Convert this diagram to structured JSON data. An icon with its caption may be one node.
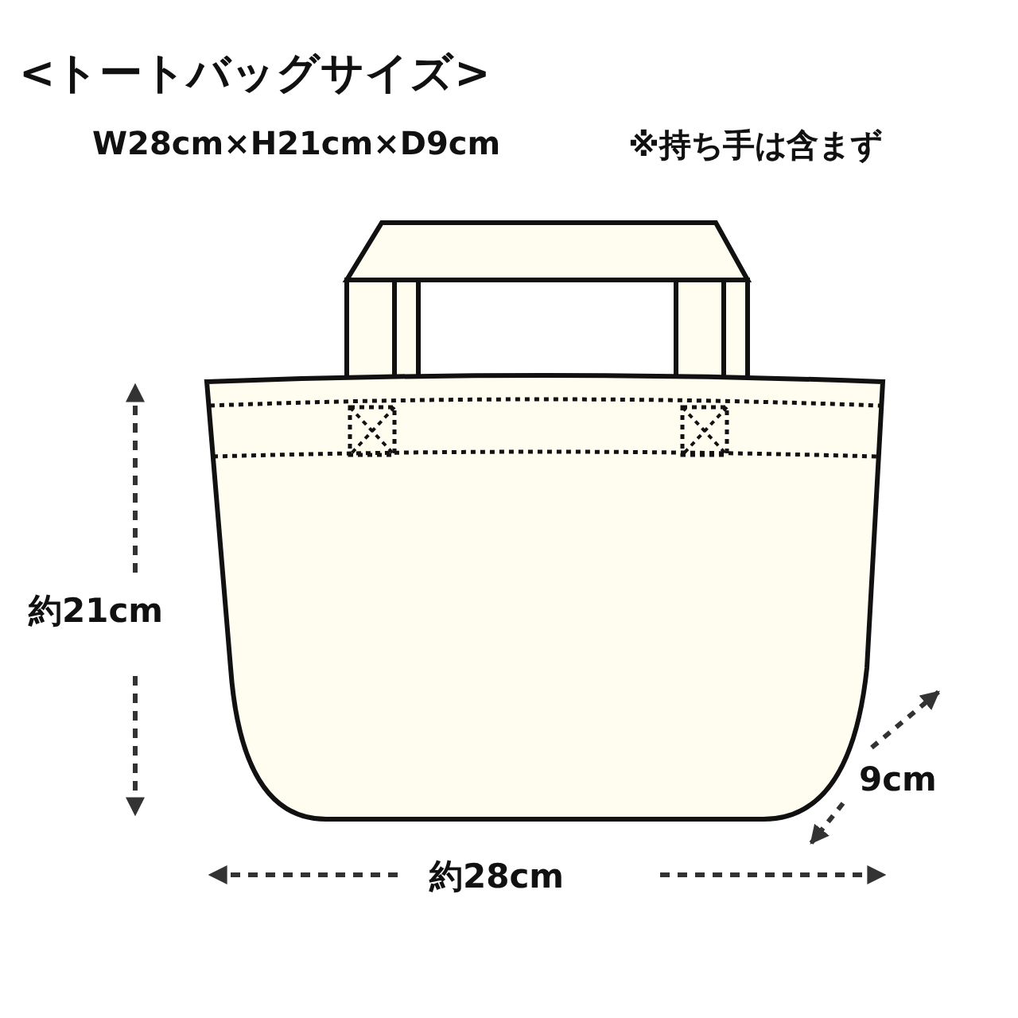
{
  "diagram": {
    "title": "<トートバッグサイズ>",
    "labels": [
      "W28cm×H21cm×D9cm",
      "※持ち手は含まず",
      "約21cm",
      "9cm",
      "約28cm"
    ]
  }
}
